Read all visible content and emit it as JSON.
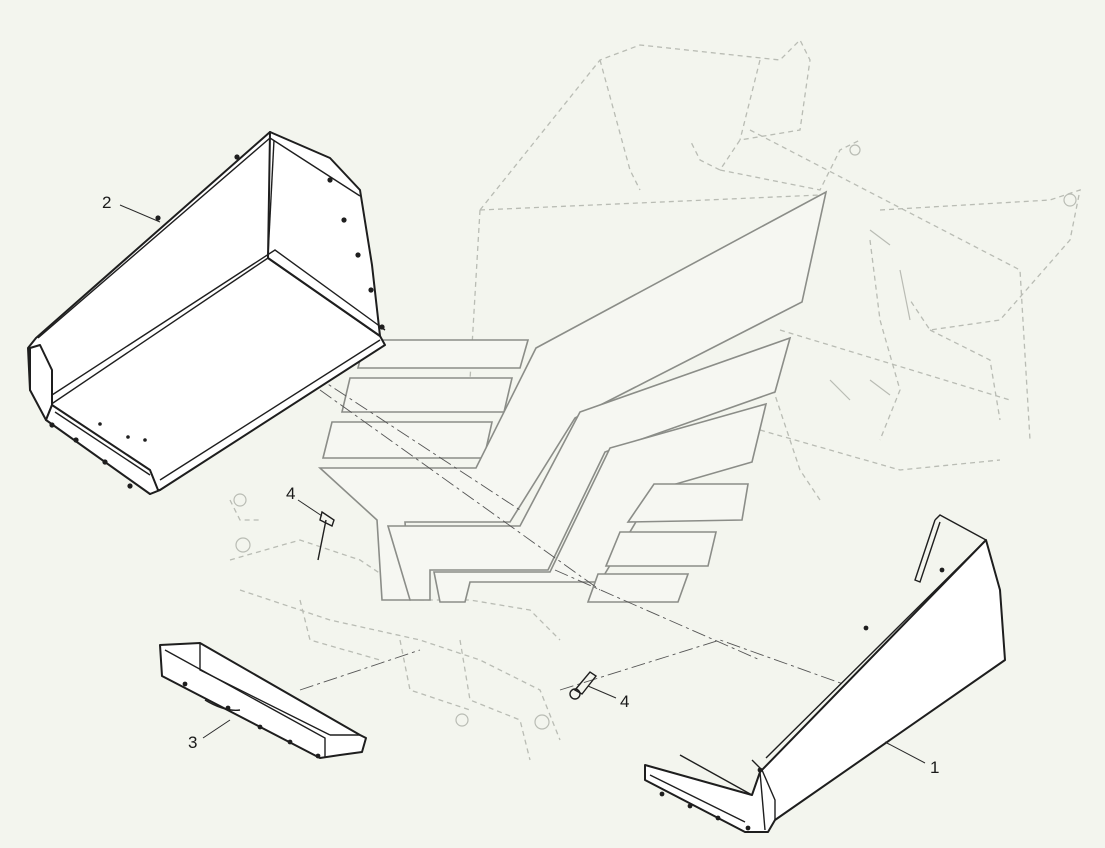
{
  "callouts": [
    {
      "id": "c1",
      "label": "1"
    },
    {
      "id": "c2",
      "label": "2"
    },
    {
      "id": "c3",
      "label": "3"
    },
    {
      "id": "c4a",
      "label": "4"
    },
    {
      "id": "c4b",
      "label": "4"
    }
  ],
  "colors": {
    "background": "#f3f5ee",
    "part_outline": "#1e1e1e",
    "ghost_outline": "#b9bcb4",
    "logo_outline": "#8b8d88"
  }
}
